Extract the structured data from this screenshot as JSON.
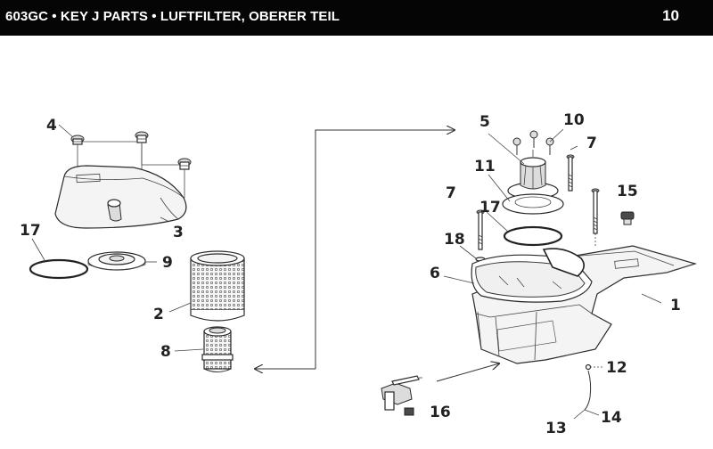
{
  "header": {
    "title": "603GC • KEY J PARTS • LUFTFILTER, OBERER TEIL",
    "page_number": "10"
  },
  "callouts": {
    "c1": "1",
    "c2": "2",
    "c3": "3",
    "c4": "4",
    "c5": "5",
    "c6": "6",
    "c7a": "7",
    "c7b": "7",
    "c8": "8",
    "c9": "9",
    "c10": "10",
    "c11": "11",
    "c12": "12",
    "c13": "13",
    "c14": "14",
    "c15": "15",
    "c16": "16",
    "c17a": "17",
    "c17b": "17",
    "c18": "18"
  }
}
